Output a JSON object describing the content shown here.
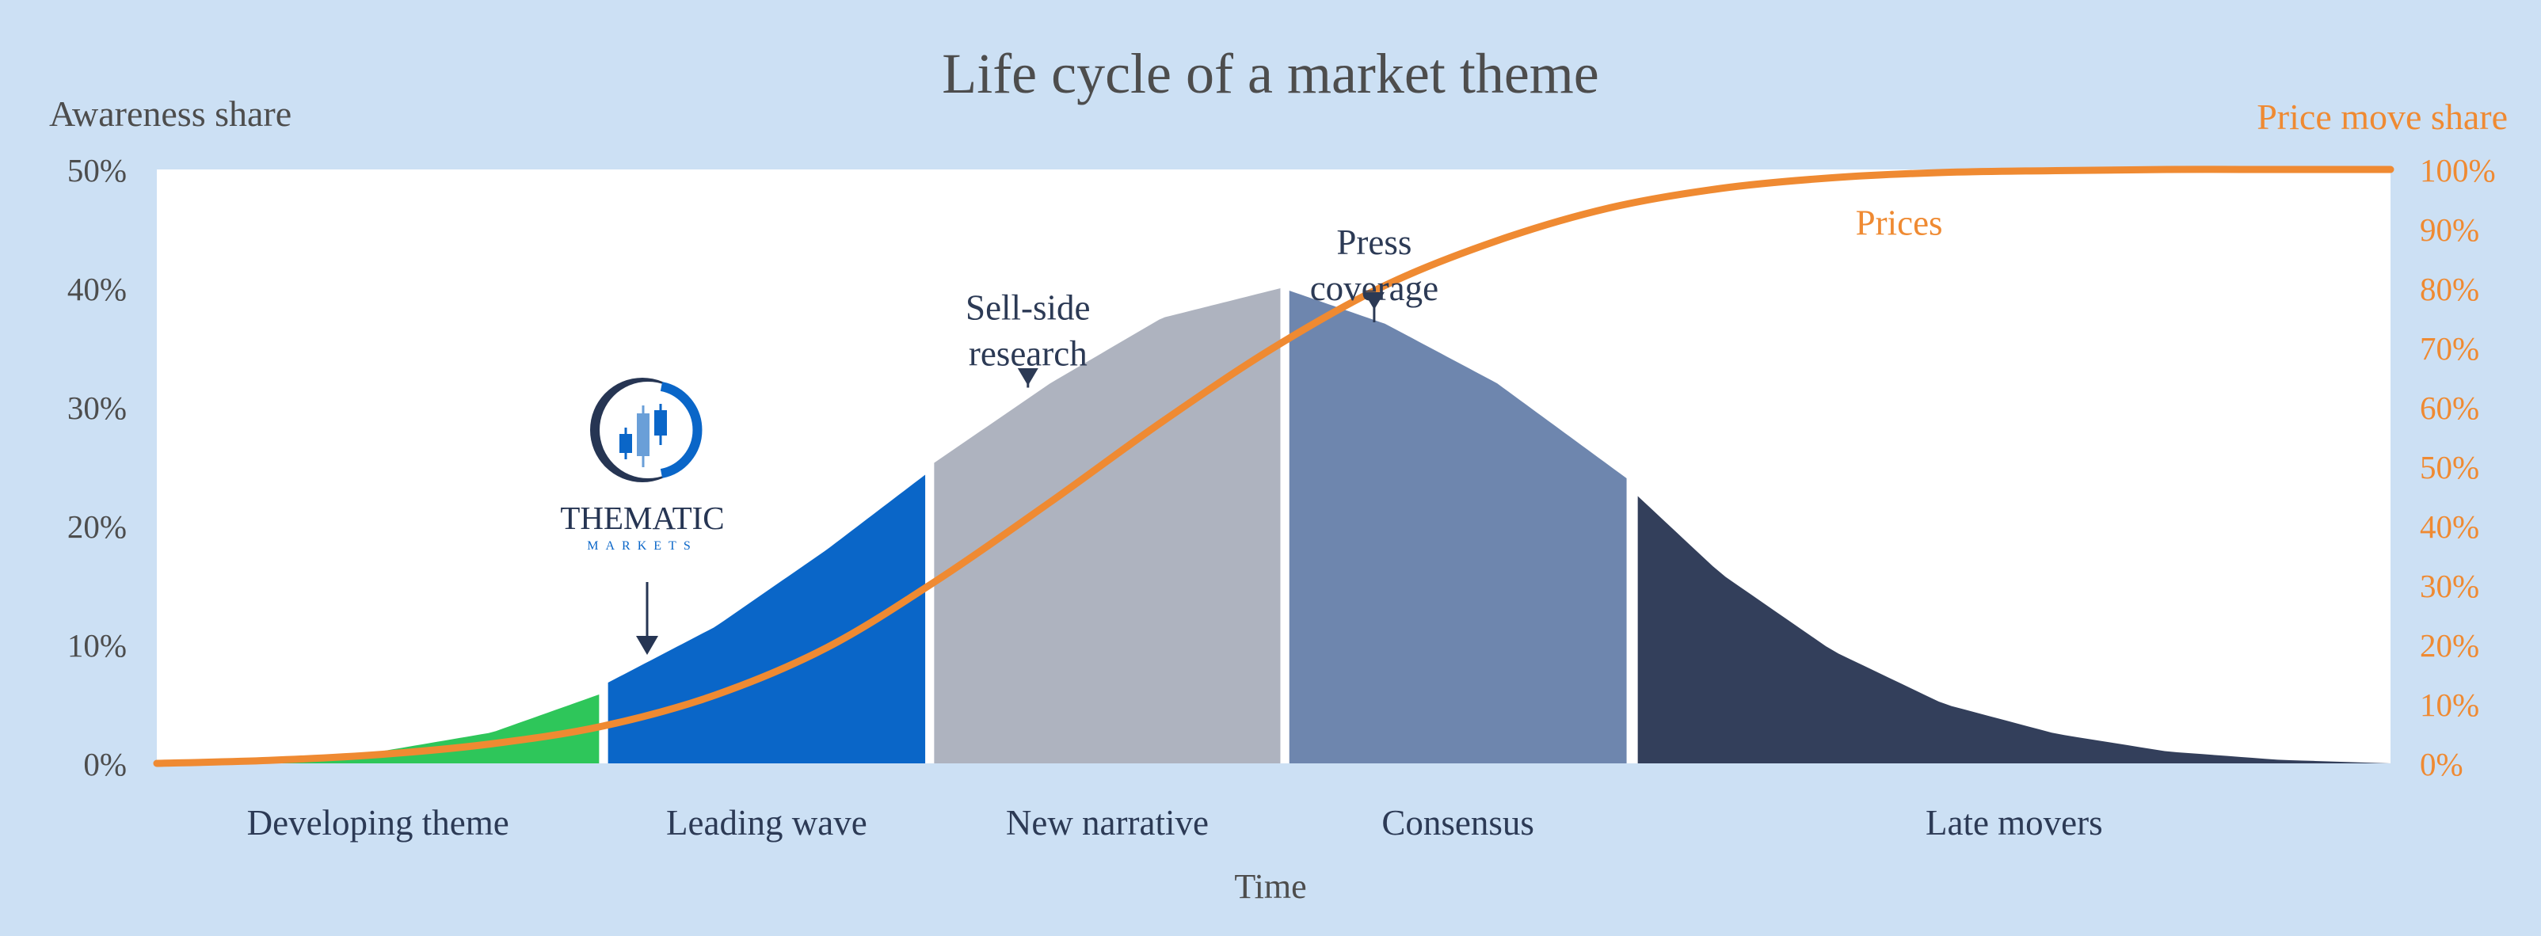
{
  "chart_data": {
    "type": "area",
    "title": "Life cycle of a market theme",
    "xlabel": "Time",
    "ylabel_left": "Awareness share",
    "ylabel_right": "Price move share",
    "y_left": {
      "range": [
        0,
        50
      ],
      "ticks": [
        "0%",
        "10%",
        "20%",
        "30%",
        "40%",
        "50%"
      ]
    },
    "y_right": {
      "range": [
        0,
        100
      ],
      "ticks": [
        "0%",
        "10%",
        "20%",
        "30%",
        "40%",
        "50%",
        "60%",
        "70%",
        "80%",
        "90%",
        "100%"
      ]
    },
    "x_range": [
      0,
      100
    ],
    "grid": false,
    "colors": {
      "background": "#cce0f4",
      "plot": "#ffffff",
      "text": "#4d4d4d",
      "dark_text": "#2c3a55",
      "price": "#ef8a32"
    },
    "segments": [
      {
        "label": "Developing theme",
        "x_start": 0,
        "x_end": 19.8,
        "color": "#2ec65a"
      },
      {
        "label": "Leading wave",
        "x_start": 20.2,
        "x_end": 34.4,
        "color": "#0a66c8"
      },
      {
        "label": "New narrative",
        "x_start": 34.8,
        "x_end": 50.3,
        "color": "#aeb3bf"
      },
      {
        "label": "Consensus",
        "x_start": 50.7,
        "x_end": 65.8,
        "color": "#6e86ae"
      },
      {
        "label": "Late movers",
        "x_start": 66.3,
        "x_end": 100,
        "color": "#333f5b"
      }
    ],
    "awareness_curve": {
      "x": [
        0,
        5,
        10,
        15,
        19.8,
        20.2,
        25,
        30,
        34.4,
        34.8,
        40,
        45,
        50.3,
        50.7,
        55,
        60,
        65.8,
        66.3,
        70,
        75,
        80,
        85,
        90,
        95,
        100
      ],
      "y": [
        0,
        0.3,
        1.0,
        2.6,
        5.8,
        6.8,
        11.5,
        18.0,
        24.3,
        25.3,
        32.0,
        37.5,
        40.0,
        39.8,
        37.0,
        32.0,
        24.0,
        22.5,
        16.0,
        9.5,
        5.0,
        2.5,
        1.0,
        0.3,
        0
      ]
    },
    "series": [
      {
        "name": "Prices",
        "x": [
          0,
          5,
          10,
          15,
          20,
          25,
          30,
          35,
          40,
          45,
          50,
          55,
          60,
          65,
          70,
          75,
          80,
          85,
          90,
          95,
          100
        ],
        "y": [
          0,
          0.5,
          1.5,
          3.3,
          6.3,
          11.5,
          19.5,
          31.0,
          44.0,
          57.5,
          70.0,
          80.5,
          88.0,
          93.5,
          96.8,
          98.6,
          99.5,
          99.8,
          100,
          100,
          100
        ]
      }
    ],
    "logo": {
      "name": "THEMATIC",
      "subname": "MARKETS"
    },
    "annotations": [
      {
        "text": "Sell-side research",
        "lines": [
          "Sell-side",
          "research"
        ],
        "x": 39,
        "y": 33.5
      },
      {
        "text": "Press coverage",
        "lines": [
          "Press",
          "coverage"
        ],
        "x": 54.5,
        "y": 39
      },
      {
        "text": "Prices",
        "x": 78,
        "y": 44.5
      }
    ]
  }
}
